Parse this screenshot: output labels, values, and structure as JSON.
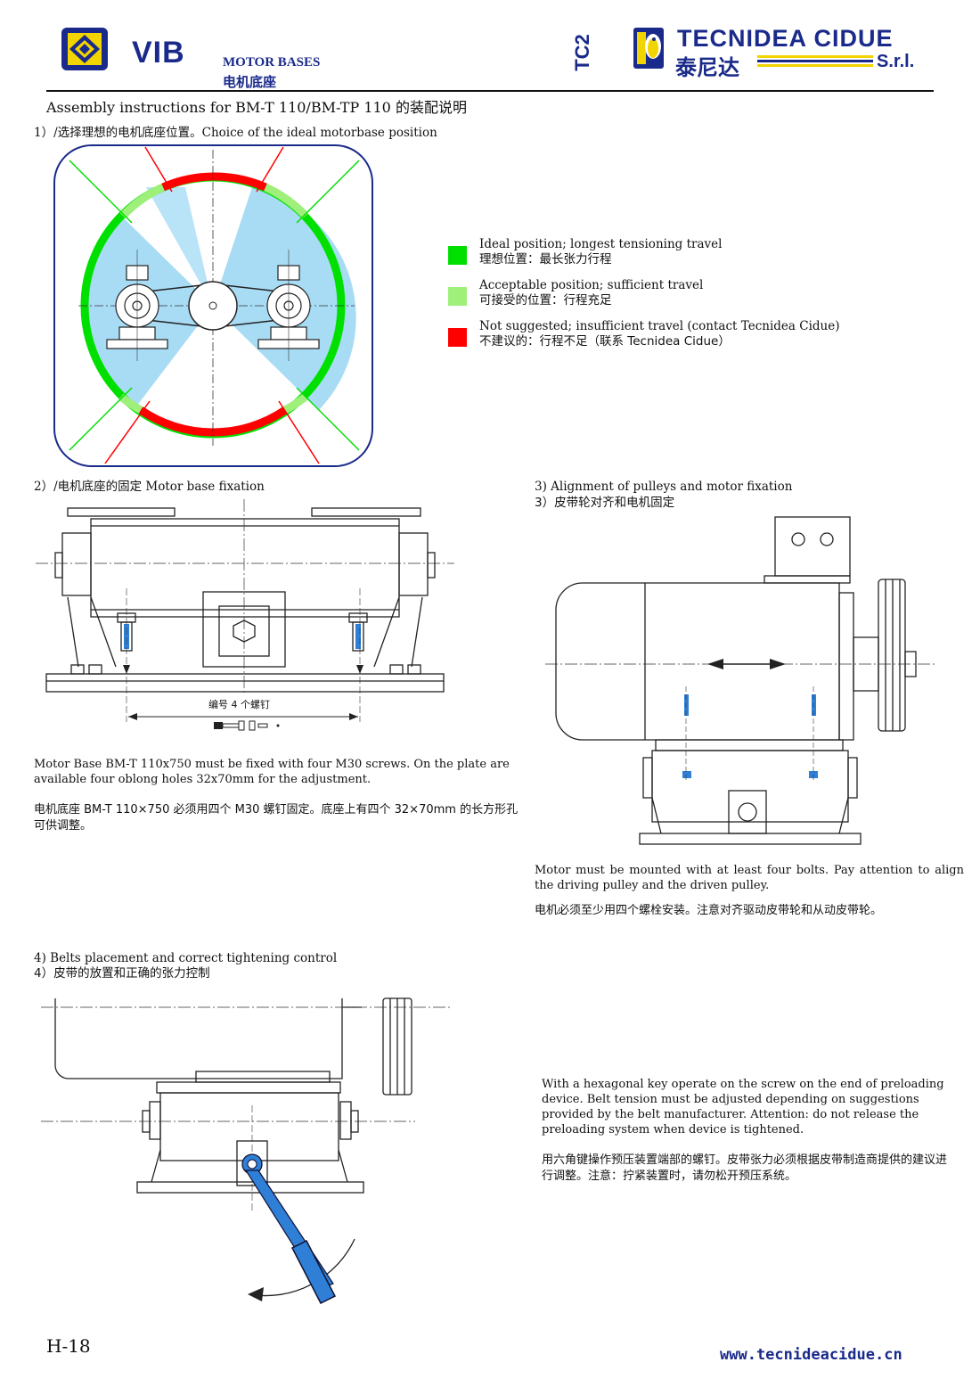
{
  "header": {
    "brand": "VIB",
    "category_en": "MOTOR BASES",
    "category_cn": "电机底座",
    "page_code": "TC2",
    "company_name": "TECNIDEA CIDUE",
    "company_cn": "泰尼达",
    "company_suffix": "S.r.l."
  },
  "doc_title": "Assembly instructions for BM-T 110/BM-TP 110 的装配说明",
  "step1": {
    "title": "1）/选择理想的电机底座位置。Choice of the ideal motorbase position"
  },
  "legend": [
    {
      "en": "Ideal position; longest tensioning travel",
      "cn": "理想位置：最长张力行程",
      "color": "#00e000"
    },
    {
      "en": "Acceptable position; sufficient travel",
      "cn": "可接受的位置：行程充足",
      "color": "#9ef07a"
    },
    {
      "en": "Not suggested; insufficient travel (contact Tecnidea Cidue)",
      "cn": "不建议的：行程不足（联系 Tecnidea Cidue）",
      "color": "#ff0000"
    }
  ],
  "step2": {
    "title": "2）/电机底座的固定 Motor base fixation",
    "drawing_label": "编号 4 个螺钉",
    "text_en": "Motor Base BM-T 110x750 must be fixed with four M30 screws. On the plate are available four oblong holes 32x70mm for the adjustment.",
    "text_cn": "电机底座 BM-T 110×750 必须用四个 M30 螺钉固定。底座上有四个 32×70mm 的长方形孔可供调整。"
  },
  "step3": {
    "title_en": "3) Alignment of pulleys and motor fixation",
    "title_cn": "3）皮带轮对齐和电机固定",
    "text_en": "Motor must be mounted with at least four bolts. Pay attention to align the driving pulley and the driven pulley.",
    "text_cn": "电机必须至少用四个螺栓安装。注意对齐驱动皮带轮和从动皮带轮。"
  },
  "step4": {
    "title_en": "4) Belts placement and correct tightening control",
    "title_cn": "4）皮带的放置和正确的张力控制",
    "text_en": "With a hexagonal key operate on the screw on the end of preloading device. Belt tension must be adjusted depending on suggestions provided by the belt manufacturer. Attention: do not release the preloading system when device is tightened.",
    "text_cn": "用六角键操作预压装置端部的螺钉。皮带张力必须根据皮带制造商提供的建议进行调整。注意：拧紧装置时，请勿松开预压系统。"
  },
  "footer": {
    "page_number": "H-18",
    "website": "www.tecnideacidue.cn"
  },
  "colors": {
    "brand_blue": "#1a2a8a",
    "sector_blue": "#a8dcf5",
    "ideal_green": "#00e000",
    "acceptable_green": "#9ef07a",
    "not_suggested_red": "#ff0000"
  }
}
